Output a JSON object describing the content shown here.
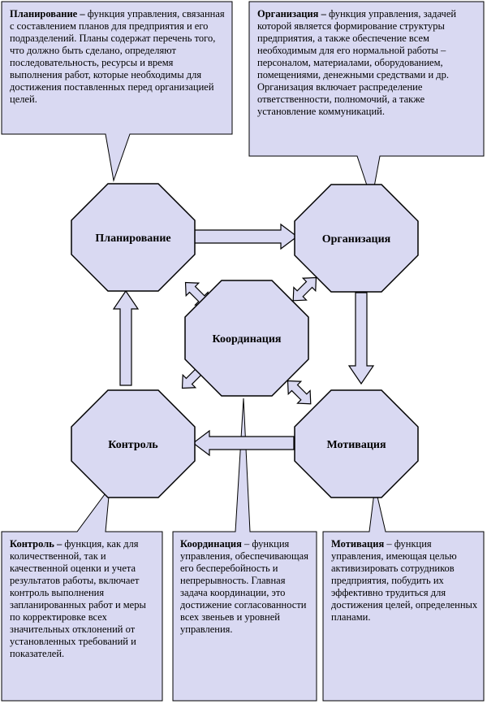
{
  "nodes": {
    "planning": {
      "label": "Планирование"
    },
    "organization": {
      "label": "Организация"
    },
    "coordination": {
      "label": "Координация"
    },
    "control": {
      "label": "Контроль"
    },
    "motivation": {
      "label": "Мотивация"
    }
  },
  "callouts": {
    "planning": {
      "term": "Планирование –",
      "text": " функция управления, связанная с составлением планов для предприятия и его подразделений. Планы содержат перечень того, что должно быть сделано, определяют последовательность, ресурсы и время выполнения работ, которые необходимы для достижения поставленных перед организацией целей."
    },
    "organization": {
      "term": "Организация –",
      "text": " функция управления, задачей которой является формирование структуры предприятия, а также обеспечение всем необходимым для его нормальной работы – персоналом, материалами, оборудованием, помещениями, денежными средствами и др. Организация включает распределение ответственности, полномочий, а также установление коммуникаций."
    },
    "control": {
      "term": "Контроль –",
      "text": " функция, как для количественной, так и качественной оценки и учета результатов работы, включает контроль выполнения запланированных работ и меры по корректировке всех значительных отклонений от установленных требований и показателей."
    },
    "coordination": {
      "term": "Координация",
      "text": " – функция управления, обеспечивающая его бесперебойность и непрерывность. Главная задача координации, это достижение согласованности всех звеньев и уровней управления."
    },
    "motivation": {
      "term": "Мотивация",
      "text": " – функция управления, имеющая целью активизировать сотрудников предприятия, побудить их эффективно трудиться для достижения целей, определенных планами."
    }
  },
  "colors": {
    "fill": "#d9d9f2",
    "stroke": "#000000"
  }
}
